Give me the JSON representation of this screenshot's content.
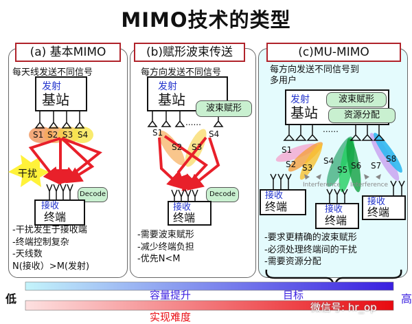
{
  "title": "MIMO技术的类型",
  "panel_a": {
    "title": "(a) 基本MIMO",
    "desc": "每天线发送不同信号",
    "tx_label": "发射",
    "tx_name": "基站",
    "streams": [
      "S1",
      "S2",
      "S3",
      "S4"
    ],
    "interference": "干扰",
    "decode": "Decode",
    "rx_label": "接收",
    "rx_name": "终端",
    "bullets": [
      "-干扰发生于接收端",
      "-终端控制复杂",
      "-天线数",
      "N(接收）>M(发射)"
    ]
  },
  "panel_b": {
    "title": "(b)赋形波束传送",
    "desc": "每方向发送不同信号",
    "tx_label": "发射",
    "tx_name": "基站",
    "beamforming": "波束赋形",
    "dots": "......",
    "streams": [
      "S1",
      "S2",
      "S3",
      "S4"
    ],
    "decode": "Decode",
    "rx_label": "接收",
    "rx_name": "终端",
    "bullets": [
      "-需要波束赋形",
      "-减少终端负担",
      "-优先N<M"
    ]
  },
  "panel_c": {
    "title": "(c)MU-MIMO",
    "desc_line1": "每方向发送不同信号到",
    "desc_line2": "多用户",
    "tx_label": "发射",
    "tx_name": "基站",
    "beamforming": "波束赋形",
    "resource": "资源分配",
    "dots": "......",
    "streams": [
      "S1",
      "S2",
      "S3",
      "S4",
      "S5",
      "S6",
      "S7",
      "S8"
    ],
    "interference": [
      "Interference",
      "Interference"
    ],
    "terminals": [
      {
        "label": "接收",
        "name": "终端"
      },
      {
        "label": "接收",
        "name": "终端"
      },
      {
        "label": "接收",
        "name": "终端"
      }
    ],
    "bullets": [
      "-要求更精确的波束赋形",
      "-必须处理终端间的干扰",
      "-需要资源分配"
    ]
  },
  "scale": {
    "low": "低",
    "high": "高",
    "capacity": "容量提升",
    "target": "目标",
    "difficulty": "实现难度",
    "watermark": "微信号: hr_op"
  },
  "colors": {
    "frame_red": "#b0222a",
    "arrow_red": "#e8202a",
    "text_blue": "#2233cc",
    "bubble_green": "#c9f0d0",
    "panel_c_bg": "#e4fbfd"
  }
}
